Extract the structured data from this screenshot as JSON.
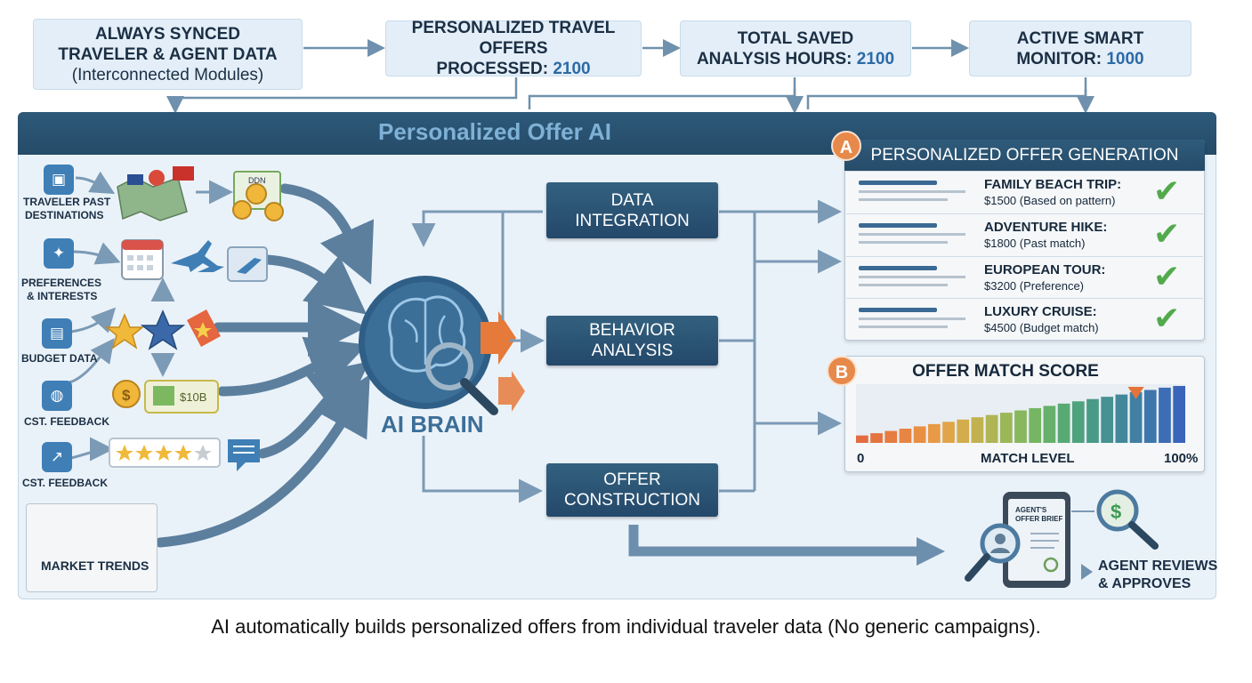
{
  "top": {
    "box1": {
      "line1": "ALWAYS SYNCED",
      "line2": "TRAVELER & AGENT DATA",
      "line3": "(Interconnected Modules)"
    },
    "box2": {
      "line1": "PERSONALIZED TRAVEL OFFERS",
      "label": "PROCESSED:",
      "value": "2100"
    },
    "box3": {
      "line1": "TOTAL SAVED",
      "label": "ANALYSIS HOURS:",
      "value": "2100"
    },
    "box4": {
      "line1": "ACTIVE SMART",
      "label": "MONITOR:",
      "value": "1000"
    }
  },
  "header": {
    "title": "Personalized Offer AI"
  },
  "sources": {
    "past_destinations": {
      "line1": "TRAVELER PAST",
      "line2": "DESTINATIONS"
    },
    "preferences": {
      "line1": "PREFERENCES",
      "line2": "& INTERESTS"
    },
    "budget": "BUDGET DATA",
    "feedback1": "CST. FEEDBACK",
    "feedback2": "CST. FEEDBACK",
    "market": "MARKET TRENDS",
    "ticket_text": "DDN",
    "price_tag": "$10B"
  },
  "brain": {
    "label": "AI BRAIN"
  },
  "steps": {
    "data": {
      "line1": "DATA",
      "line2": "INTEGRATION"
    },
    "behavior": {
      "line1": "BEHAVIOR",
      "line2": "ANALYSIS"
    },
    "offer": {
      "line1": "OFFER",
      "line2": "CONSTRUCTION"
    }
  },
  "offers": {
    "badge": "A",
    "title": "PERSONALIZED OFFER GENERATION",
    "items": [
      {
        "name": "FAMILY BEACH TRIP:",
        "price": "$1500 (Based on pattern)"
      },
      {
        "name": "ADVENTURE HIKE:",
        "price": "$1800 (Past match)"
      },
      {
        "name": "EUROPEAN TOUR:",
        "price": "$3200 (Preference)"
      },
      {
        "name": "LUXURY CRUISE:",
        "price": "$4500 (Budget match)"
      }
    ]
  },
  "score": {
    "badge": "B",
    "title": "OFFER MATCH SCORE",
    "min_label": "0",
    "axis_label": "MATCH LEVEL",
    "max_label": "100%",
    "bars": [
      0.13,
      0.17,
      0.21,
      0.25,
      0.29,
      0.33,
      0.37,
      0.41,
      0.45,
      0.49,
      0.53,
      0.57,
      0.61,
      0.65,
      0.69,
      0.73,
      0.77,
      0.81,
      0.85,
      0.89,
      0.93,
      0.97,
      1.0
    ],
    "colors": [
      "#e36b3f",
      "#e4733f",
      "#e67c40",
      "#e78542",
      "#e88f44",
      "#e89a46",
      "#e0a449",
      "#d3ac4c",
      "#c2b14f",
      "#afb553",
      "#9bb758",
      "#88b75d",
      "#76b563",
      "#66b06b",
      "#58aa74",
      "#4fa27e",
      "#4a9a88",
      "#469191",
      "#43889a",
      "#417fa3",
      "#3f76ac",
      "#3d6db4",
      "#3b64bb"
    ]
  },
  "brief": {
    "line1": "AGENT'S",
    "line2": "OFFER BRIEF"
  },
  "agent": {
    "line1": "AGENT REVIEWS",
    "line2": "& APPROVES"
  },
  "footer": "AI automatically builds personalized offers from individual traveler data (No generic campaigns)."
}
